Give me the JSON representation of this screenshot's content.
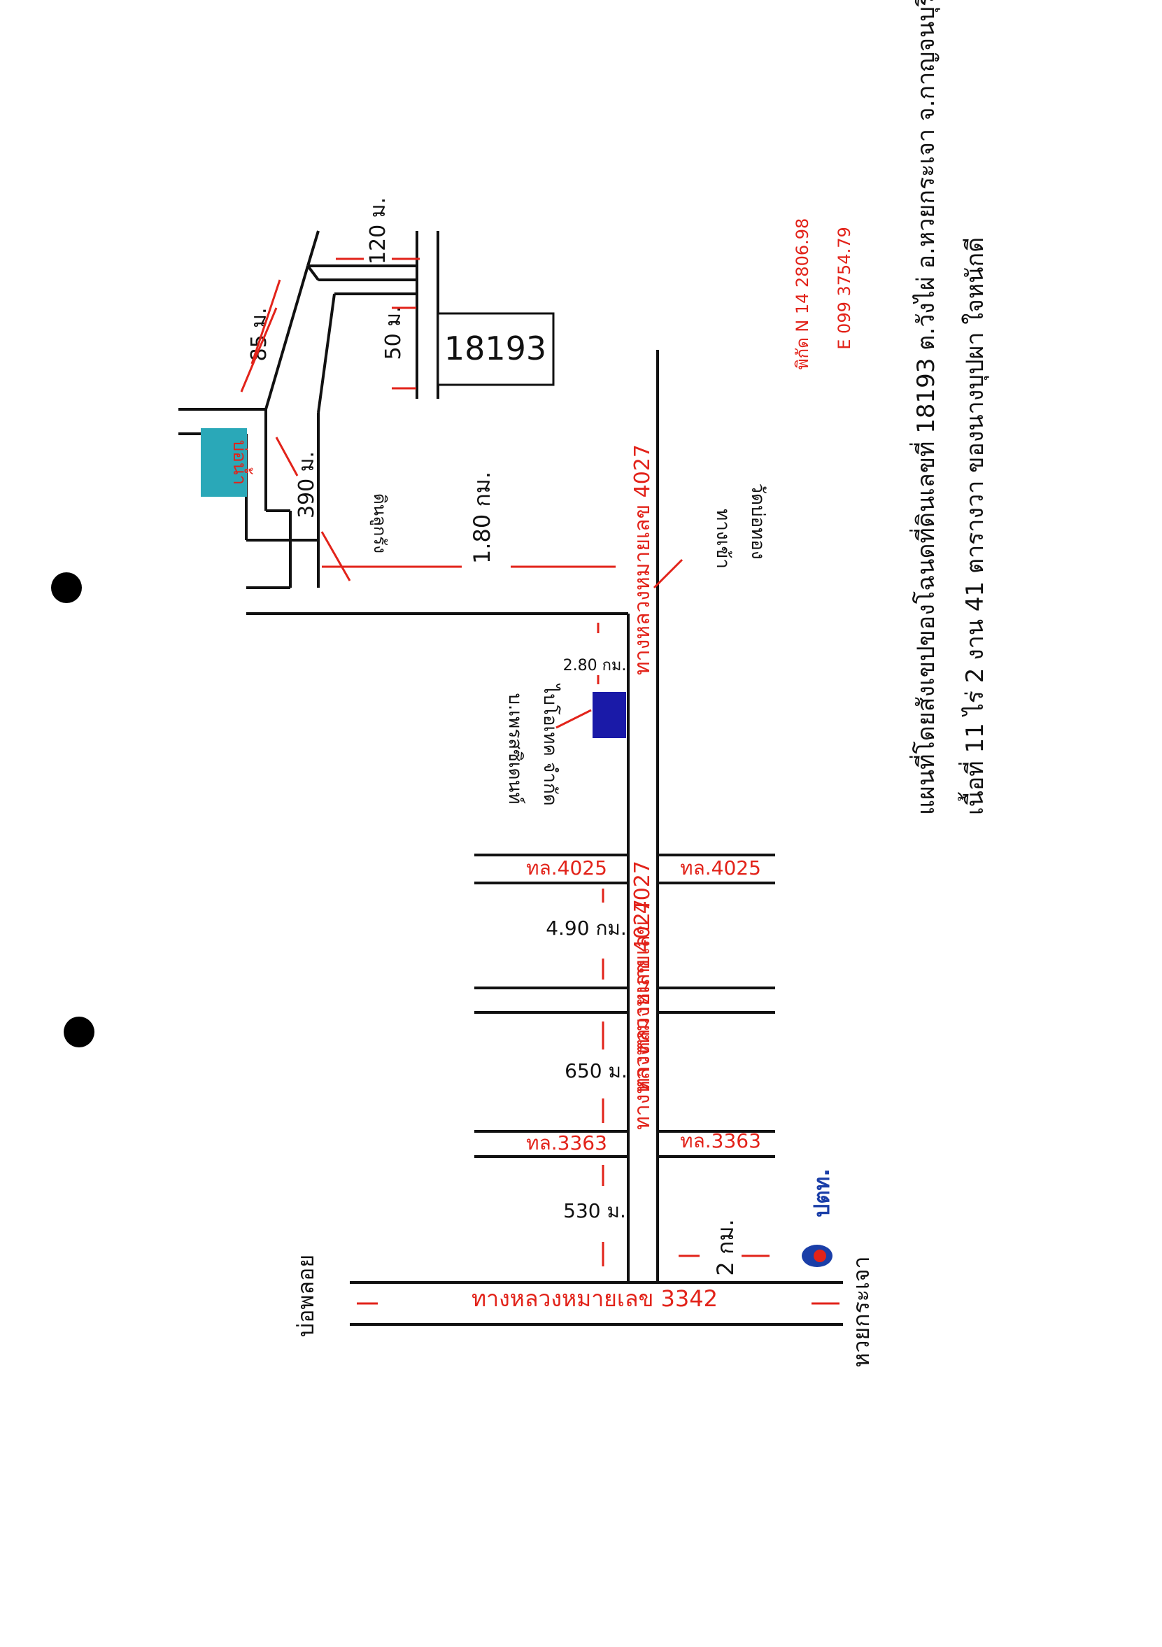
{
  "title": "แผนที่โดยสังเขปของโฉนดที่ดินเลขที่ 18193 ต.วังไผ่ อ.หวยกระเจา จ.กาญจนบุรี",
  "subtitle": "เนื้อที่ 11 ไร่ 2 งาน 41 ตารางวา ของนางบุปผา ใจหนักดี",
  "coordinates": {
    "north": "พิกัด N 14 2806.98",
    "east": "E 099 3754.79"
  },
  "plot_number": "18193",
  "pond_label": "บ่อน้ำ",
  "roads": {
    "hwy_4027_a": "ทางหลวงหมายเลข 4027",
    "hwy_4027_b": "ทางหลวงหมายเลข 4027",
    "hwy_4027_c": "ทางหลวงหมายเลข 4027",
    "hwy_3342": "ทางหลวงหมายเลข 3342",
    "tl4025_left": "ทล.4025",
    "tl4025_right": "ทล.4025",
    "tl3363_left": "ทล.3363",
    "tl3363_right": "ทล.3363"
  },
  "distances": {
    "d_120m": "120 ม.",
    "d_85m": "85 ม.",
    "d_50m": "50 ม.",
    "d_390m": "390 ม.",
    "d_180km": "1.80 กม.",
    "d_280km": "2.80 กม.",
    "d_490km": "4.90 กม.",
    "d_650m": "650 ม.",
    "d_530m": "530 ม.",
    "d_2km": "2 กม."
  },
  "places": {
    "dirt_road": "ดินลูกรัง",
    "temple_line1": "ทางเข้า",
    "temple_line2": "วัดบ่อทอง",
    "company_line1": "บ.เพรสซิเดนท์",
    "company_line2": "ไบโอเทค จำกัด",
    "bo_phloi": "บ่อพลอย",
    "huai_krachao": "หวยกระเจา",
    "ptt_brand": "ปตท."
  },
  "colors": {
    "road": "#111111",
    "annotation_red": "#e2231a",
    "company_block": "#1a1aa8",
    "pond": "#2aa8b8"
  }
}
